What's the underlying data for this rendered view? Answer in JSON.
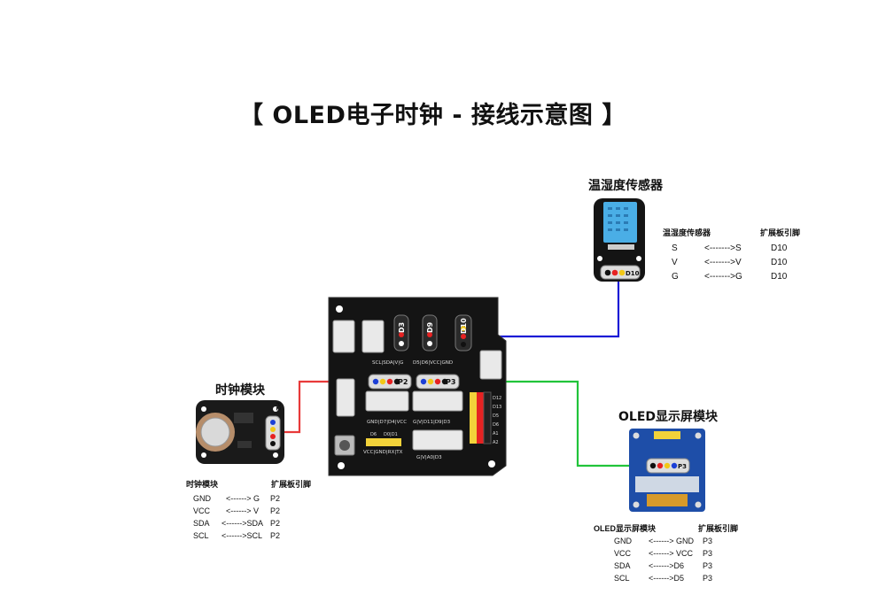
{
  "title": "【  OLED电子时钟 -  接线示意图 】",
  "colors": {
    "wire_red": "#e83a3a",
    "wire_blue": "#1c1cd6",
    "wire_green": "#21c43a",
    "board": "#141414",
    "sensor_blue": "#4aaee6",
    "oled_blue": "#1e4ea8"
  },
  "sensor": {
    "label": "温湿度传感器",
    "pin_label": "D10",
    "table": {
      "headers": [
        "温湿度传感器",
        "扩展板引脚"
      ],
      "rows": [
        {
          "pin": "S",
          "arrow": "<------->S",
          "port": "D10"
        },
        {
          "pin": "V",
          "arrow": "<------->V",
          "port": "D10"
        },
        {
          "pin": "G",
          "arrow": "<------->G",
          "port": "D10"
        }
      ]
    }
  },
  "clock": {
    "label": "时钟模块",
    "pin_label": "P2",
    "table": {
      "headers": [
        "时钟模块",
        "扩展板引脚"
      ],
      "rows": [
        {
          "pin": "GND",
          "arrow": "<------> G",
          "port": "P2"
        },
        {
          "pin": "VCC",
          "arrow": "<------> V",
          "port": "P2"
        },
        {
          "pin": "SDA",
          "arrow": "<------>SDA",
          "port": "P2"
        },
        {
          "pin": "SCL",
          "arrow": "<------>SCL",
          "port": "P2"
        }
      ]
    }
  },
  "oled": {
    "label": "OLED显示屏模块",
    "pin_label": "P3",
    "table": {
      "headers": [
        "OLED显示屏模块",
        "扩展板引脚"
      ],
      "rows": [
        {
          "pin": "GND",
          "arrow": "<------> GND",
          "port": "P3"
        },
        {
          "pin": "VCC",
          "arrow": "<------> VCC",
          "port": "P3"
        },
        {
          "pin": "SDA",
          "arrow": "<------>D6",
          "port": "P3"
        },
        {
          "pin": "SCL",
          "arrow": "<------>D5",
          "port": "P3"
        }
      ]
    }
  },
  "board": {
    "ports": {
      "d3": "D3",
      "d9": "D9",
      "d10": "D10",
      "p2": "P2",
      "p3": "P3"
    },
    "silk": {
      "top1": "SCL|SDA|V|G",
      "top2": "D5|D6|VCC|GND",
      "mid1": "GND|D7|D4|VCC",
      "mid2": "G|V|D11|D9|D3",
      "mid3": "G|V|A0|D3",
      "bot1": "VCC|GND|RX|TX",
      "side": [
        "D12",
        "D13",
        "D5",
        "D6",
        "A1",
        "A2"
      ],
      "lab_d6": "D6",
      "lab_d0": "D0|D1"
    }
  }
}
